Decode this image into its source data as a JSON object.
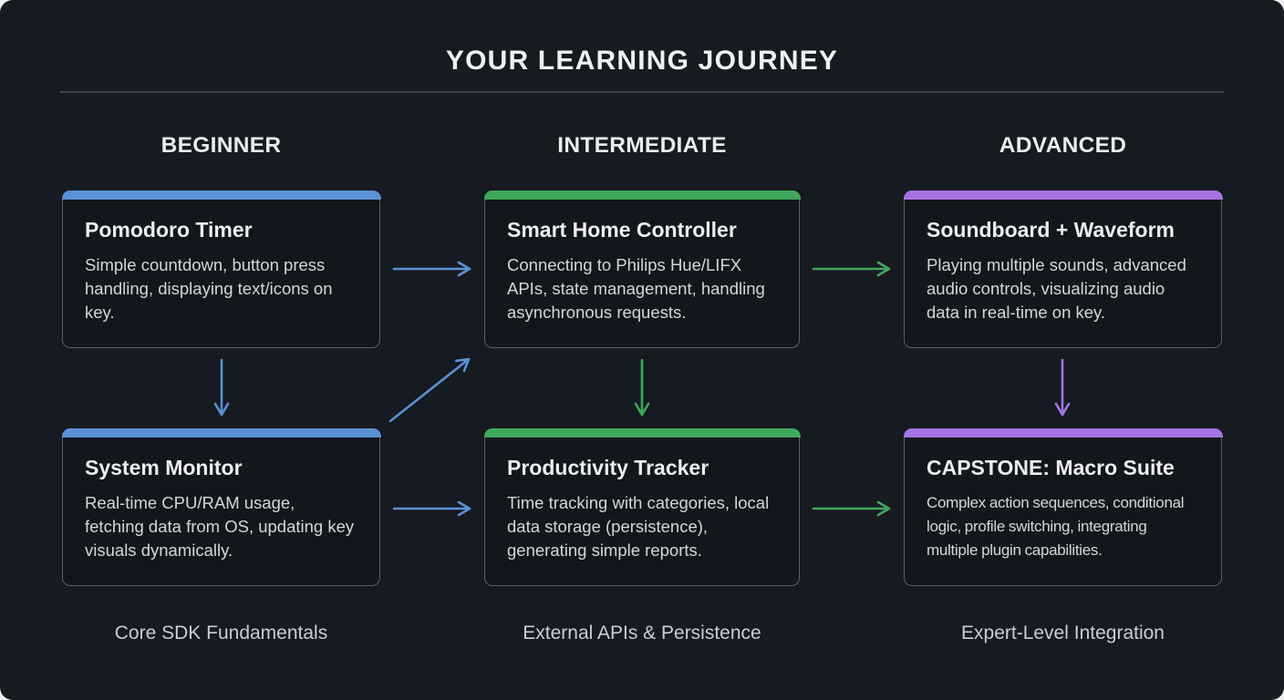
{
  "title": "YOUR LEARNING JOURNEY",
  "colors": {
    "beginner": "#5b91d5",
    "intermediate": "#40a85b",
    "advanced": "#a573e2"
  },
  "columns": [
    {
      "header": "BEGINNER",
      "caption": "Core SDK Fundamentals",
      "cards": [
        {
          "title": "Pomodoro Timer",
          "description": "Simple countdown, button press handling, displaying text/icons on key."
        },
        {
          "title": "System Monitor",
          "description": "Real-time CPU/RAM usage, fetching data from OS, updating key visuals dynamically."
        }
      ]
    },
    {
      "header": "INTERMEDIATE",
      "caption": "External APIs & Persistence",
      "cards": [
        {
          "title": "Smart Home Controller",
          "description": "Connecting to Philips Hue/LIFX APIs, state management, handling asynchronous requests."
        },
        {
          "title": "Productivity Tracker",
          "description": "Time tracking with categories, local data storage (persistence), generating simple reports."
        }
      ]
    },
    {
      "header": "ADVANCED",
      "caption": "Expert-Level Integration",
      "cards": [
        {
          "title": "Soundboard + Waveform",
          "description": "Playing multiple sounds, advanced audio controls, visualizing audio data in real-time on key."
        },
        {
          "title": "CAPSTONE: Macro Suite",
          "description": "Complex action sequences, conditional logic, profile switching, integrating multiple plugin capabilities."
        }
      ]
    }
  ],
  "arrows": [
    {
      "from": "Pomodoro Timer",
      "to": "Smart Home Controller",
      "level": "beginner"
    },
    {
      "from": "Pomodoro Timer",
      "to": "System Monitor",
      "level": "beginner"
    },
    {
      "from": "System Monitor",
      "to": "Smart Home Controller",
      "level": "beginner"
    },
    {
      "from": "System Monitor",
      "to": "Productivity Tracker",
      "level": "beginner"
    },
    {
      "from": "Smart Home Controller",
      "to": "Soundboard + Waveform",
      "level": "intermediate"
    },
    {
      "from": "Smart Home Controller",
      "to": "Productivity Tracker",
      "level": "intermediate"
    },
    {
      "from": "Productivity Tracker",
      "to": "CAPSTONE: Macro Suite",
      "level": "intermediate"
    },
    {
      "from": "Soundboard + Waveform",
      "to": "CAPSTONE: Macro Suite",
      "level": "advanced"
    }
  ]
}
